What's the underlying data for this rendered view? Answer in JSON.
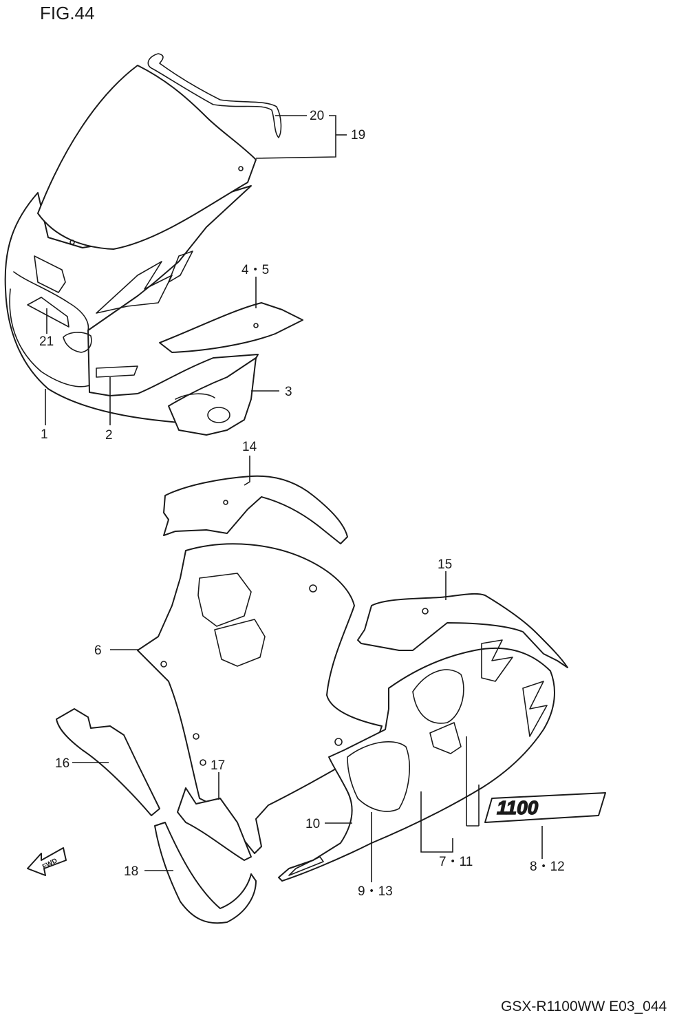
{
  "figure": {
    "title": "FIG.44",
    "code": "GSX-R1100WW  E03_044"
  },
  "fwd_label": "FWD",
  "callouts": {
    "c1": "1",
    "c2": "2",
    "c3": "3",
    "c4_5": "4・5",
    "c6": "6",
    "c7_11": "7・11",
    "c8_12": "8・12",
    "c9_13": "9・13",
    "c10": "10",
    "c14": "14",
    "c15": "15",
    "c16": "16",
    "c17": "17",
    "c18": "18",
    "c19": "19",
    "c20": "20",
    "c21": "21"
  },
  "decal_text": "1100",
  "colors": {
    "line": "#1a1a1a",
    "background": "#ffffff"
  }
}
